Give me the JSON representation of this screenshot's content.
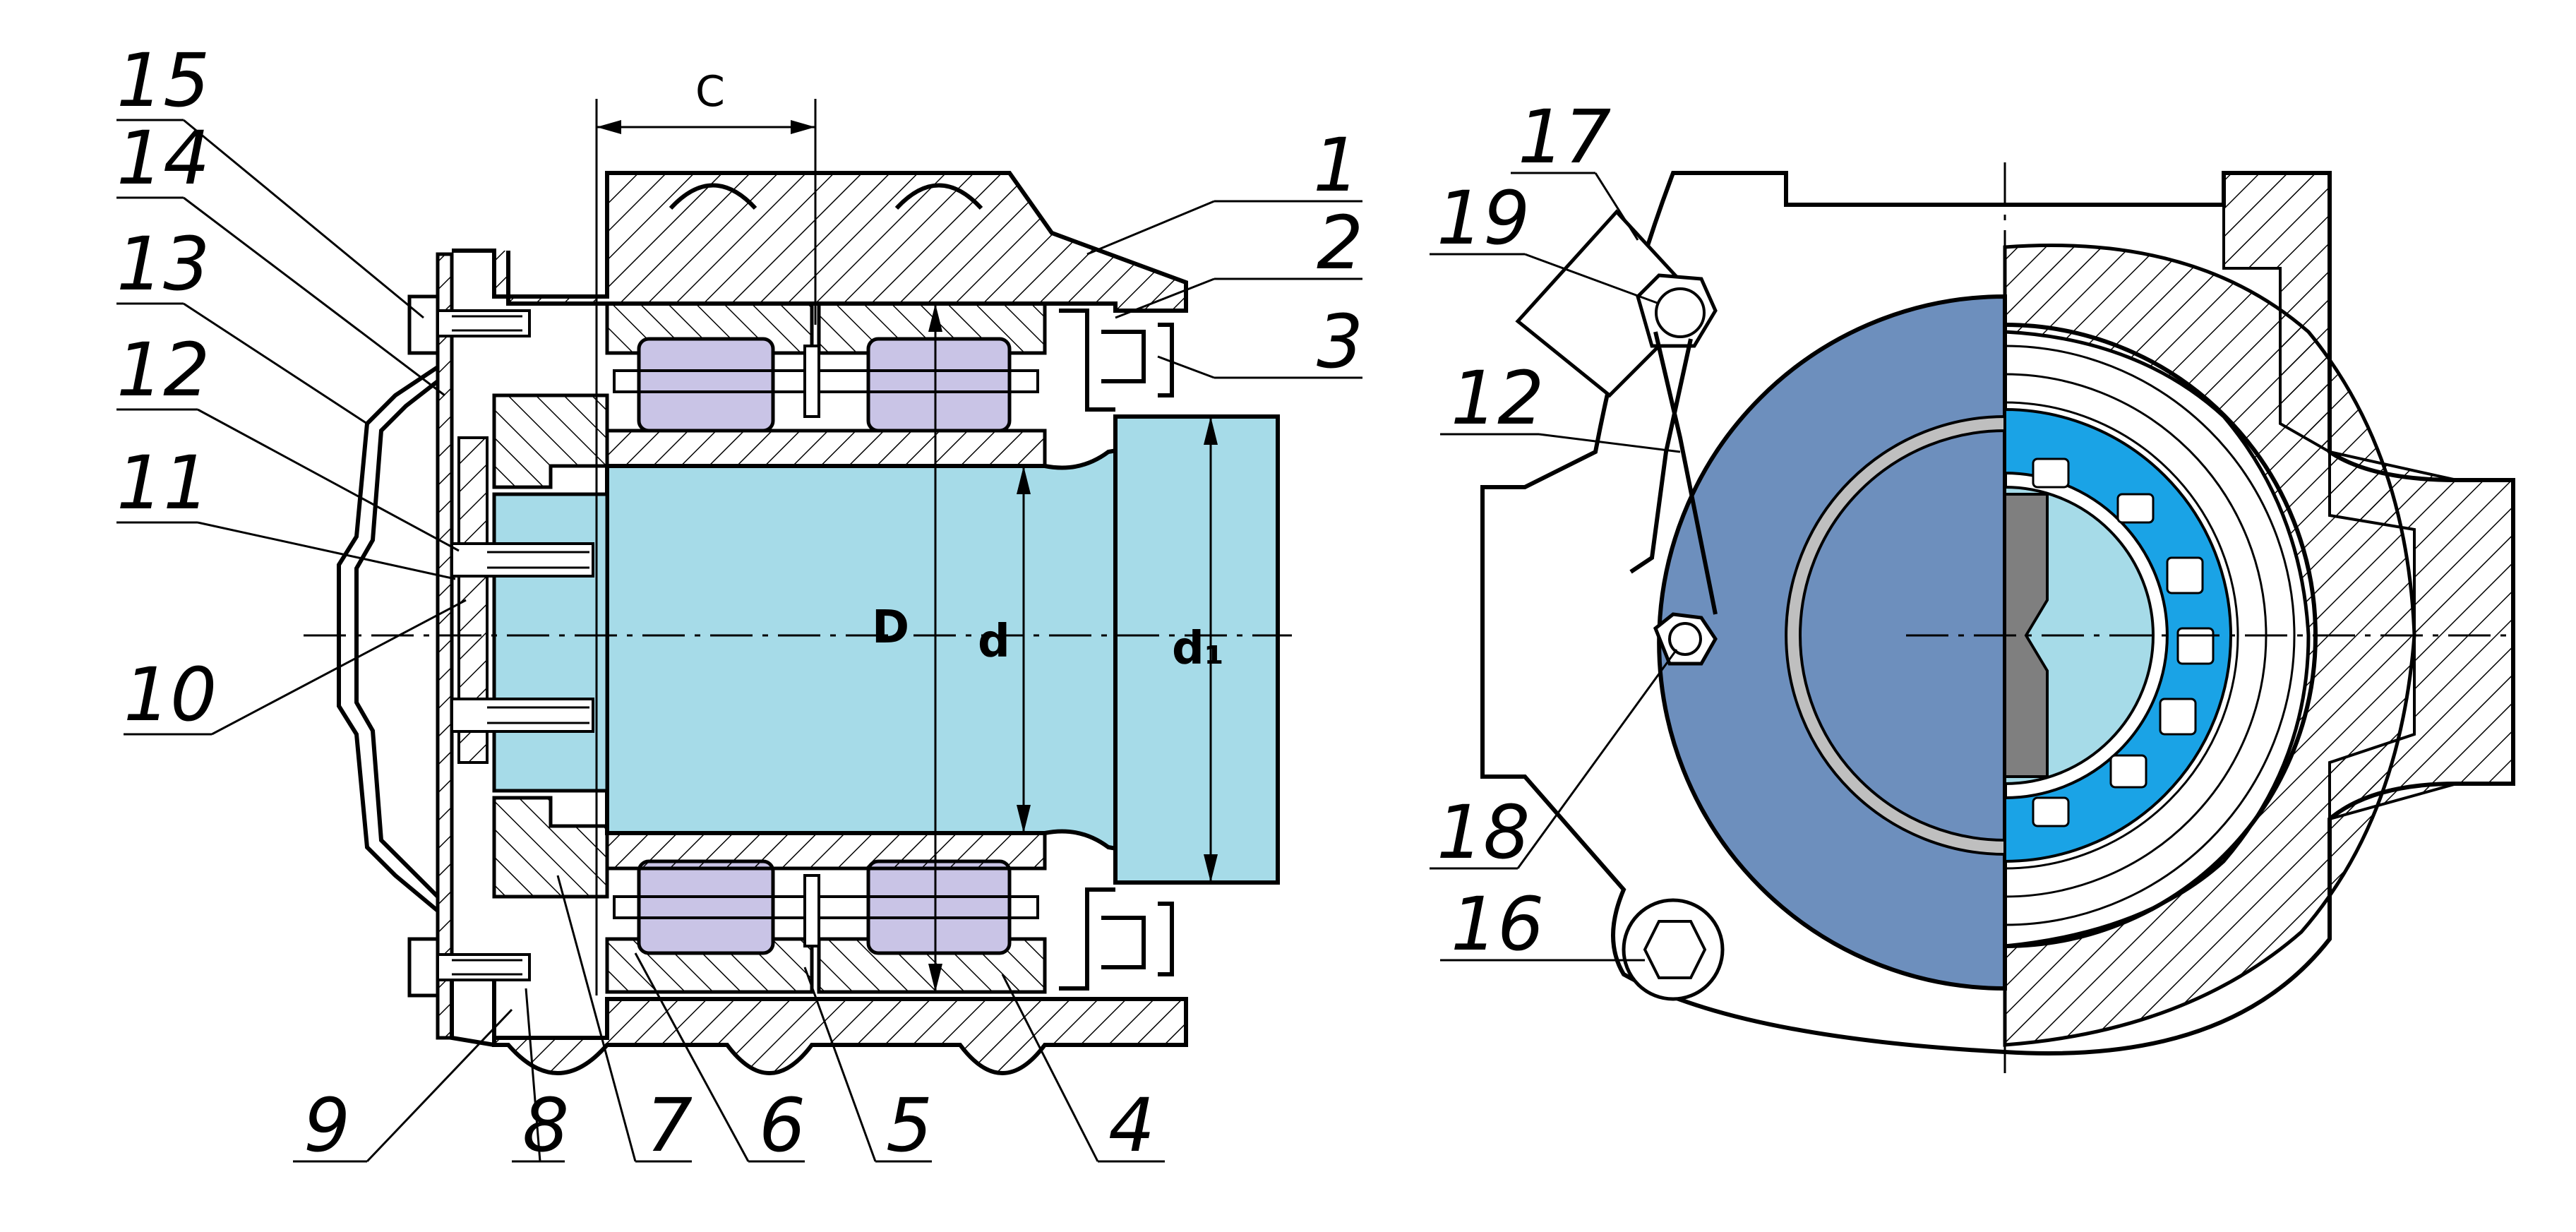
{
  "figure": {
    "callouts": [
      "1",
      "2",
      "3",
      "4",
      "5",
      "6",
      "7",
      "8",
      "9",
      "10",
      "11",
      "12",
      "13",
      "14",
      "15",
      "16",
      "17",
      "18",
      "19"
    ],
    "left_12": "12",
    "right_12": "12"
  },
  "dimensions": {
    "c": "C",
    "big_d": "D",
    "small_d": "d",
    "d1": "d₁"
  },
  "colors": {
    "axle": "#a6dbe8",
    "roller": "#c9c4e6",
    "cover_disc": "#6d8fbd",
    "cage": "#1aa3e6",
    "hatch": "#000000"
  }
}
